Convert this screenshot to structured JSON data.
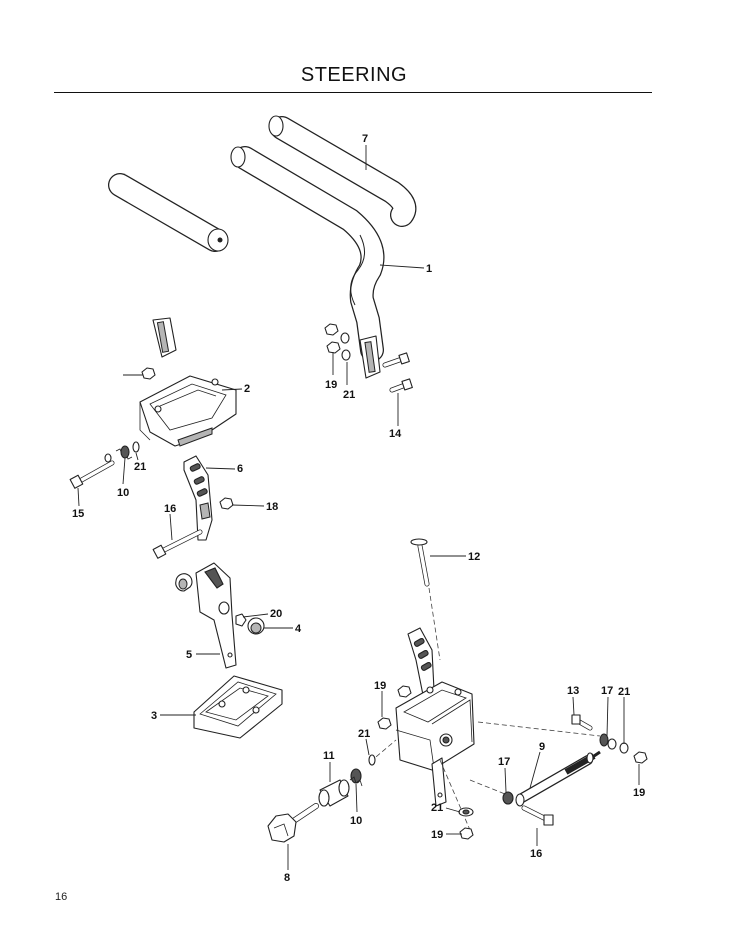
{
  "page": {
    "title": "STEERING",
    "page_number": "16"
  },
  "callouts": [
    "7",
    "1",
    "19",
    "21",
    "14",
    "2",
    "21",
    "10",
    "15",
    "6",
    "16",
    "18",
    "12",
    "20",
    "4",
    "5",
    "3",
    "19",
    "21",
    "13",
    "17",
    "21",
    "9",
    "17",
    "19",
    "11",
    "10",
    "21",
    "19",
    "16",
    "8"
  ]
}
